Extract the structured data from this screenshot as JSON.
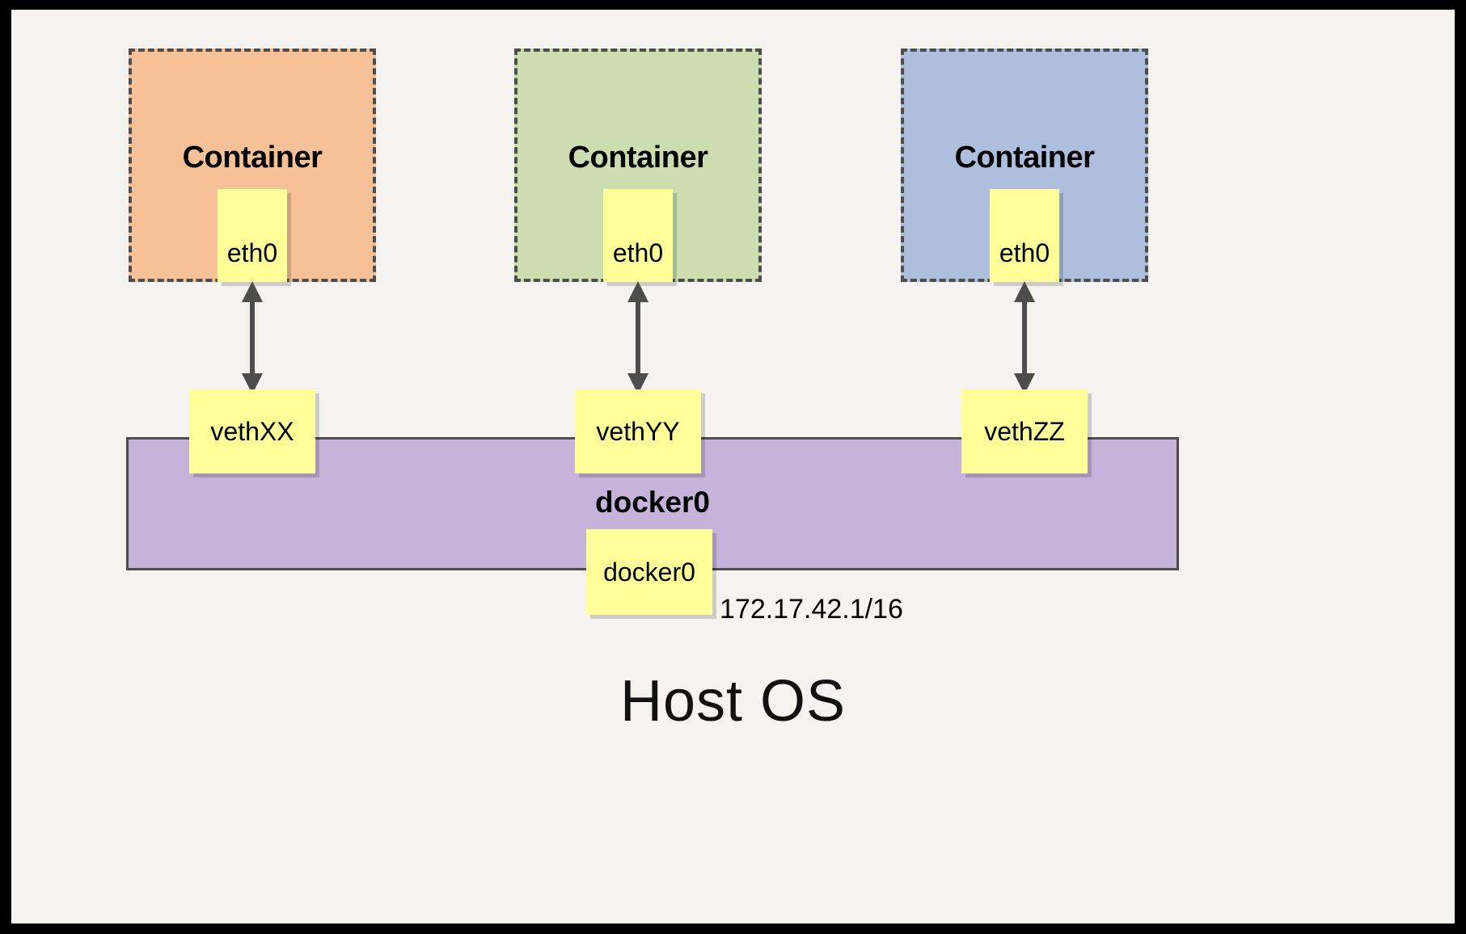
{
  "diagram": {
    "title": "Host OS",
    "bridge": {
      "name": "docker0",
      "label_box": "docker0",
      "ip": "172.17.42.1/16",
      "color": "#c5b3da"
    },
    "containers": [
      {
        "title": "Container",
        "interface": "eth0",
        "veth": "vethXX",
        "color": "#f7c197"
      },
      {
        "title": "Container",
        "interface": "eth0",
        "veth": "vethYY",
        "color": "#ccddb0"
      },
      {
        "title": "Container",
        "interface": "eth0",
        "veth": "vethZZ",
        "color": "#aebedd"
      }
    ],
    "colors": {
      "frame": "#000000",
      "background": "#f4f3ef",
      "label_box": "#ffff99",
      "stroke": "#4d4d4d",
      "arrow": "#4d4d4d"
    }
  }
}
